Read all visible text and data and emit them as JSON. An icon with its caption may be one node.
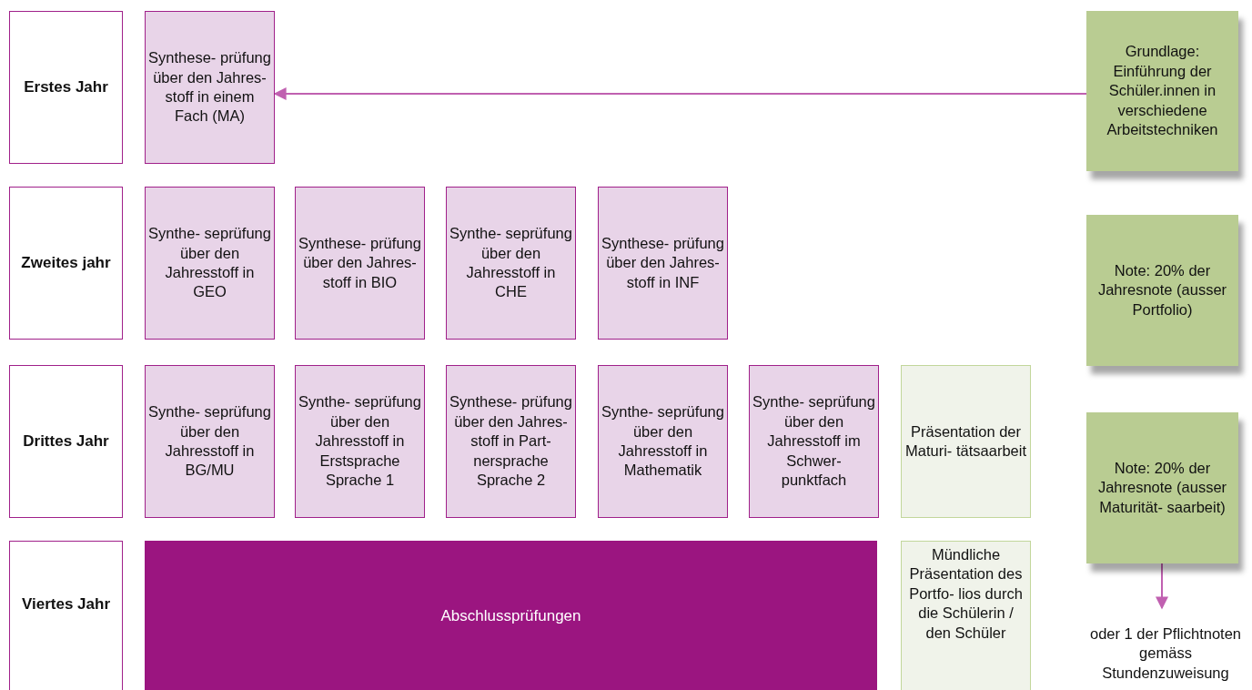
{
  "diagram": {
    "nodes": [
      {
        "text": [
          "Erstes Jahr"
        ]
      },
      {
        "text": [
          "Synthese- prüfung über den Jahres- stoff in einem Fach (MA)"
        ]
      },
      {
        "text": [
          "Grundlage: Einführung der Schüler.innen in verschiedene Arbeitstechniken"
        ]
      },
      {
        "text": [
          "Zweites jahr"
        ]
      },
      {
        "text": [
          "Synthe- seprüfung über den Jahresstoff in GEO"
        ]
      },
      {
        "text": [
          "Synthese- prüfung über den Jahres- stoff in BIO"
        ]
      },
      {
        "text": [
          "Synthe- seprüfung über den Jahresstoff in CHE"
        ]
      },
      {
        "text": [
          "Synthese- prüfung über den Jahres- stoff in INF"
        ]
      },
      {
        "text": [
          "Note: 20% der Jahresnote (ausser Portfolio)"
        ]
      },
      {
        "text": [
          "Drittes Jahr"
        ]
      },
      {
        "text": [
          "Synthe- seprüfung über den Jahresstoff in BG/MU"
        ]
      },
      {
        "text": [
          "Synthe- seprüfung über den Jahresstoff in Erstsprache Sprache 1"
        ]
      },
      {
        "text": [
          "Synthese- prüfung über den Jahres- stoff in Part- nersprache Sprache 2"
        ]
      },
      {
        "text": [
          "Synthe- seprüfung über den Jahresstoff in Mathematik"
        ]
      },
      {
        "text": [
          "Synthe- seprüfung über den Jahresstoff im Schwer- punktfach"
        ]
      },
      {
        "text": [
          "Präsentation der Maturi- tätsaarbeit"
        ]
      },
      {
        "text": [
          "Note: 20% der Jahresnote (ausser Maturität- saarbeit)"
        ]
      },
      {
        "text": [
          "Viertes Jahr"
        ]
      },
      {
        "text": [
          "Abschlussprüfungen"
        ]
      },
      {
        "text": [
          "Mündliche Präsentation des Portfo- lios durch die Schülerin / den Schüler"
        ]
      },
      {
        "text": [
          "oder 1 der Pflichtnoten gemäss Stundenzuweisung"
        ]
      }
    ],
    "edges": [
      {
        "from": 2,
        "to": 1,
        "arrow": "to"
      },
      {
        "from": 16,
        "to": 20,
        "arrow": "to"
      }
    ]
  }
}
